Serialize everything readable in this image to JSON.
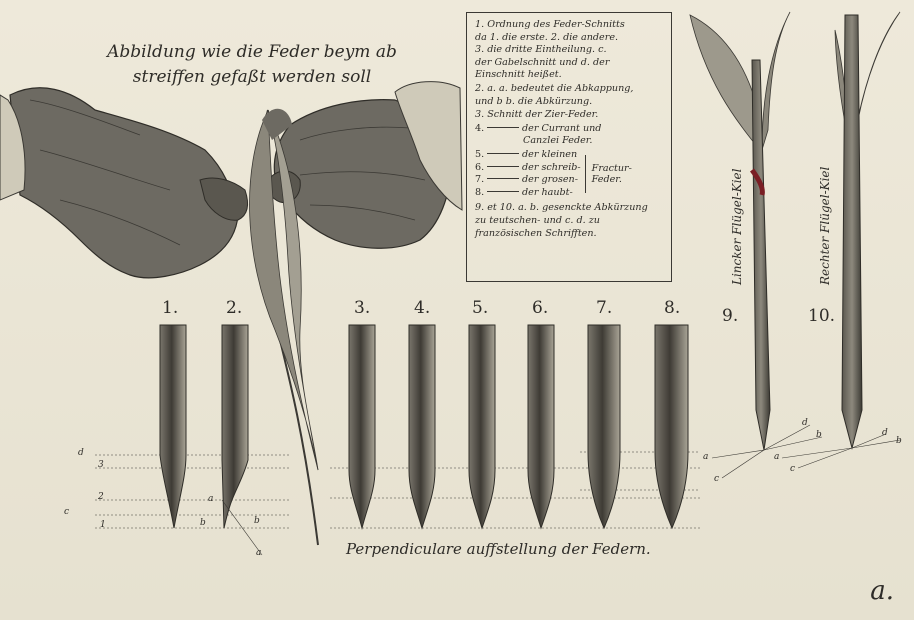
{
  "title_lines": [
    "Abbildung wie die Feder beym ab",
    "streiffen gefaßt werden soll"
  ],
  "legend": {
    "item1": [
      "1. Ordnung des Feder-Schnitts",
      "da 1. die erste. 2. die andere.",
      "3. die dritte Eintheilung. c.",
      "der Gabelschnitt und d. der",
      "Einschnitt heißet."
    ],
    "item2": [
      "2. a. a. bedeutet die Abkappung,",
      "und b b. die Abkürzung."
    ],
    "item3": "3. Schnitt der Zier-Feder.",
    "item4_num": "4.",
    "item4_text": [
      "der Currant und",
      "Canzlei Feder."
    ],
    "fractur_rows": [
      {
        "num": "5.",
        "text": "der kleinen"
      },
      {
        "num": "6.",
        "text": "der schreib-"
      },
      {
        "num": "7.",
        "text": "der grosen-"
      },
      {
        "num": "8.",
        "text": "der haubt-"
      }
    ],
    "fractur_label": [
      "Fractur-",
      "Feder."
    ],
    "item9": [
      "9. et 10. a. b. gesenckte Abkürzung",
      "zu teutschen- und c. d. zu",
      "französischen Schrifften."
    ]
  },
  "pen_numbers": [
    "1.",
    "2.",
    "3.",
    "4.",
    "5.",
    "6.",
    "7.",
    "8.",
    "9.",
    "10."
  ],
  "wing_labels": {
    "left": "Lincker Flügel-Kiel",
    "right": "Rechter Flügel-Kiel"
  },
  "guide_tags": {
    "d": "d",
    "three": "3",
    "two": "2",
    "one": "1",
    "c": "c",
    "a": "a",
    "b": "b",
    "b2": "b",
    "a2": "a"
  },
  "quill_tip_tags": {
    "left": [
      "d",
      "b",
      "a",
      "c"
    ],
    "right": [
      "d",
      "b",
      "a",
      "c"
    ]
  },
  "caption": "Perpendiculare auffstellung der Federn.",
  "corner_letter": "a."
}
